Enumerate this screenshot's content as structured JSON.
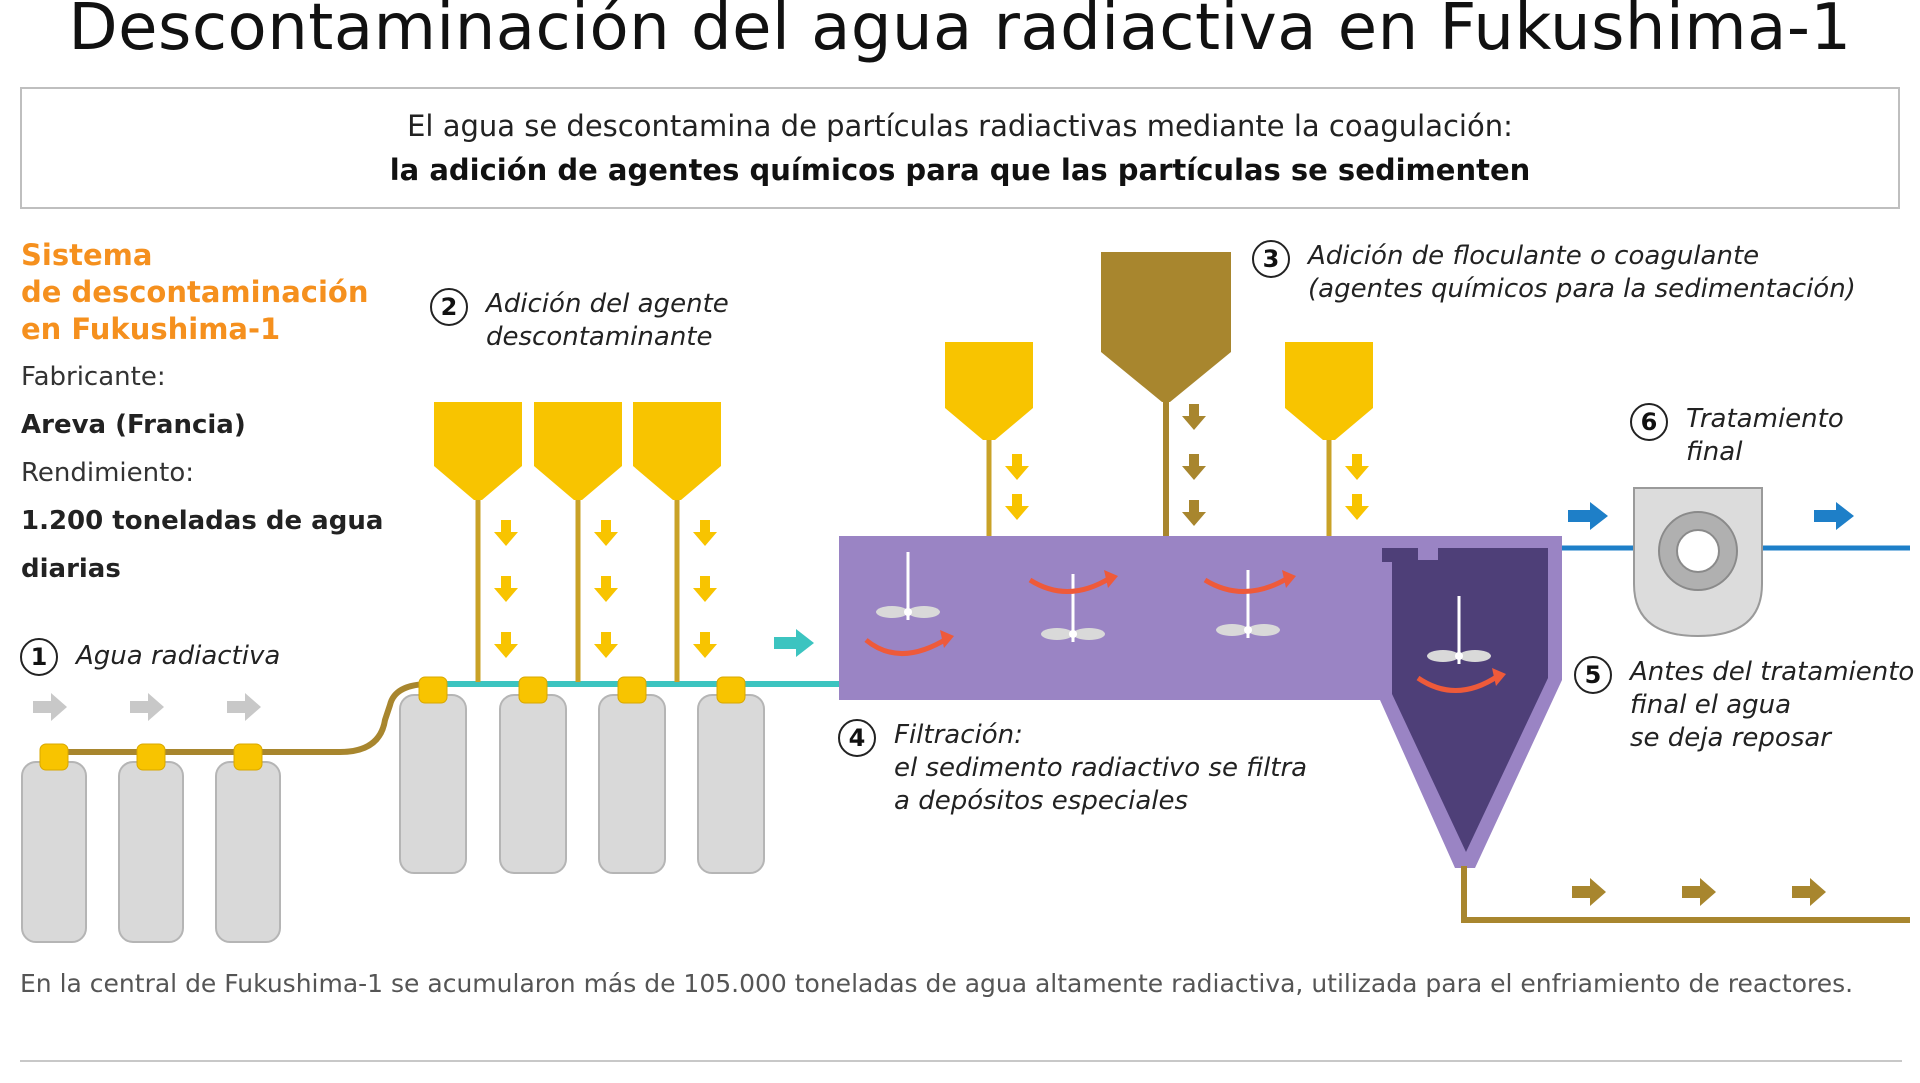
{
  "title": "Descontaminación del agua radiactiva en Fukushima-1",
  "intro": {
    "line1": "El agua se descontamina de partículas radiactivas mediante la coagulación:",
    "line2": "la adición de agentes químicos para que las partículas se sedimenten"
  },
  "system": {
    "heading_line1": "Sistema",
    "heading_line2": "de descontaminación",
    "heading_line3": "en Fukushima-1",
    "manufacturer_label": "Fabricante:",
    "manufacturer_value": "Areva (Francia)",
    "capacity_label": "Rendimiento:",
    "capacity_value_line1": "1.200 toneladas de agua",
    "capacity_value_line2": "diarias"
  },
  "steps": [
    {
      "number": "1",
      "lines": [
        "Agua radiactiva"
      ]
    },
    {
      "number": "2",
      "lines": [
        "Adición del agente",
        "descontaminante"
      ]
    },
    {
      "number": "3",
      "lines": [
        "Adición de floculante o coagulante",
        "(agentes químicos para la sedimentación)"
      ]
    },
    {
      "number": "4",
      "lines": [
        "Filtración:",
        "el sedimento radiactivo se filtra",
        "a depósitos especiales"
      ]
    },
    {
      "number": "5",
      "lines": [
        "Antes del tratamiento",
        "final el agua",
        "se deja reposar"
      ]
    },
    {
      "number": "6",
      "lines": [
        "Tratamiento",
        "final"
      ]
    }
  ],
  "footnote": "En la central de Fukushima-1 se acumularon más de 105.000 toneladas de agua altamente radiactiva, utilizada para el enfriamiento de reactores.",
  "colors": {
    "orange": "#f5901e",
    "yellow": "#f8c400",
    "brown": "#a8862e",
    "purple_frame": "#9a84c4",
    "purple_dark": "#4e3f78",
    "teal": "#3cc4c0",
    "blue": "#1e7fc8",
    "red_arrow": "#ee5a3a",
    "tank_gray": "#d9d9d9"
  }
}
